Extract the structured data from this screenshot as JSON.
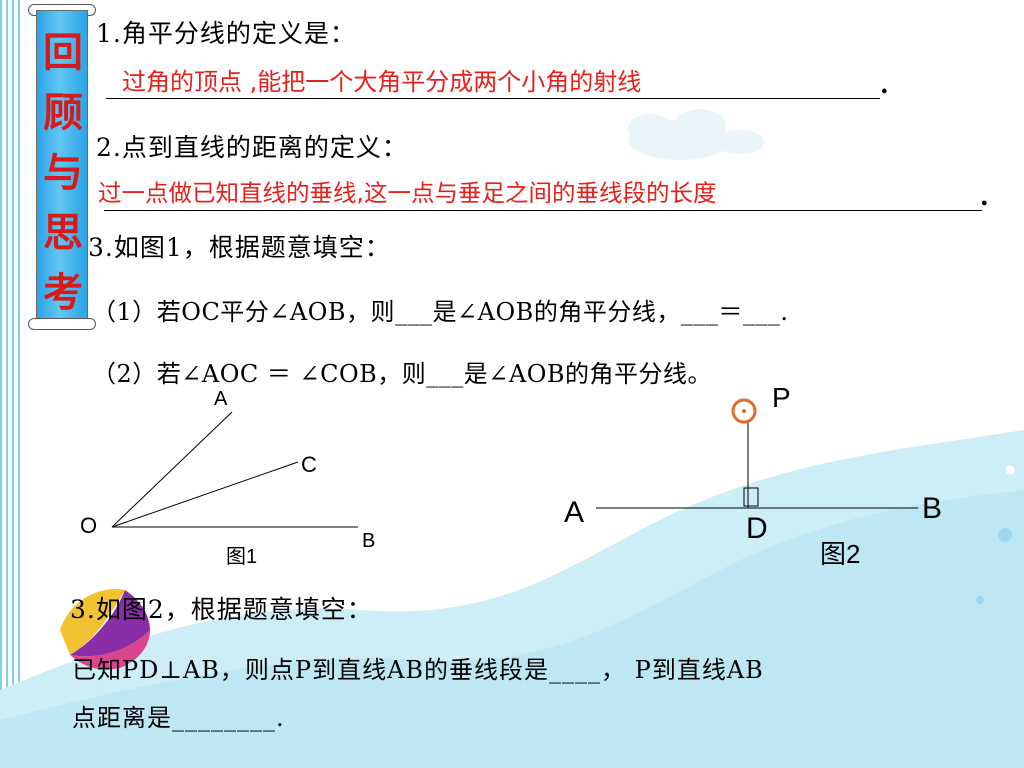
{
  "banner": {
    "chars": [
      "回",
      "顾",
      "与",
      "思",
      "考"
    ]
  },
  "q1": {
    "prompt": "1.角平分线的定义是：",
    "answer": "过角的顶点 ,能把一个大角平分成两个小角的射线",
    "end": "."
  },
  "q2": {
    "prompt": "2.点到直线的距离的定义：",
    "answer": "过一点做已知直线的垂线,这一点与垂足之间的垂线段的长度",
    "end": "."
  },
  "q3": {
    "prompt": "3.如图1，根据题意填空：",
    "item1": "（1）若OC平分∠AOB，则___是∠AOB的角平分线，___＝___.",
    "item2": "（2）若∠AOC ＝ ∠COB，则___是∠AOB的角平分线。"
  },
  "figure1": {
    "A": "A",
    "C": "C",
    "O": "O",
    "B": "B",
    "caption": "图1"
  },
  "figure2": {
    "P": "P",
    "A": "A",
    "B": "B",
    "D": "D",
    "square": "",
    "caption": "图2"
  },
  "q4": {
    "prompt": "3.如图2，根据题意填空：",
    "line1": "已知PD⊥AB，则点P到直线AB的垂线段是____， P到直线AB",
    "line2": "点距离是________."
  },
  "colors": {
    "answer": "#e8201c",
    "banner_text": "#d81a1a",
    "banner_bg": "#2ba3e6",
    "wave": "#bfe9f4",
    "circle": "#e06a2a"
  }
}
